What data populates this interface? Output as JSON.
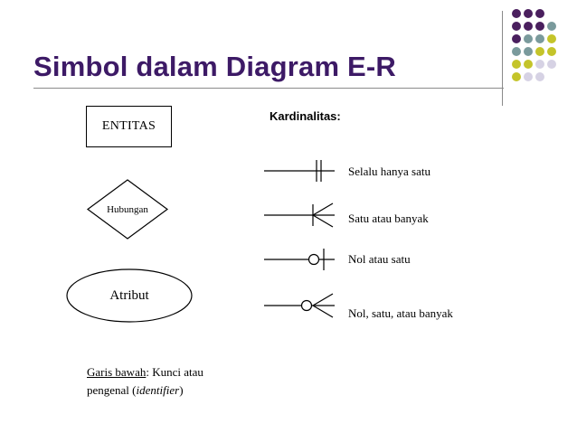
{
  "slide": {
    "title": "Simbol dalam Diagram E-R",
    "entity_label": "ENTITAS",
    "relationship_label": "Hubungan",
    "attribute_label": "Atribut",
    "cardinality_title": "Kardinalitas:",
    "cardinalities": [
      {
        "label": "Selalu hanya satu"
      },
      {
        "label": "Satu atau banyak"
      },
      {
        "label": "Nol atau satu"
      },
      {
        "label": "Nol, satu, atau banyak"
      }
    ],
    "note": {
      "underlined": "Garis bawah",
      "text1": ": Kunci atau",
      "text2": "pengenal (",
      "italic": "identifier",
      "text3": ")"
    }
  },
  "colors": {
    "title": "#3d1a66",
    "dot_purple": "#4a1f5e",
    "dot_teal": "#7a9a9c",
    "dot_olive": "#c4c42a",
    "dot_lavender": "#d6d2e4"
  }
}
